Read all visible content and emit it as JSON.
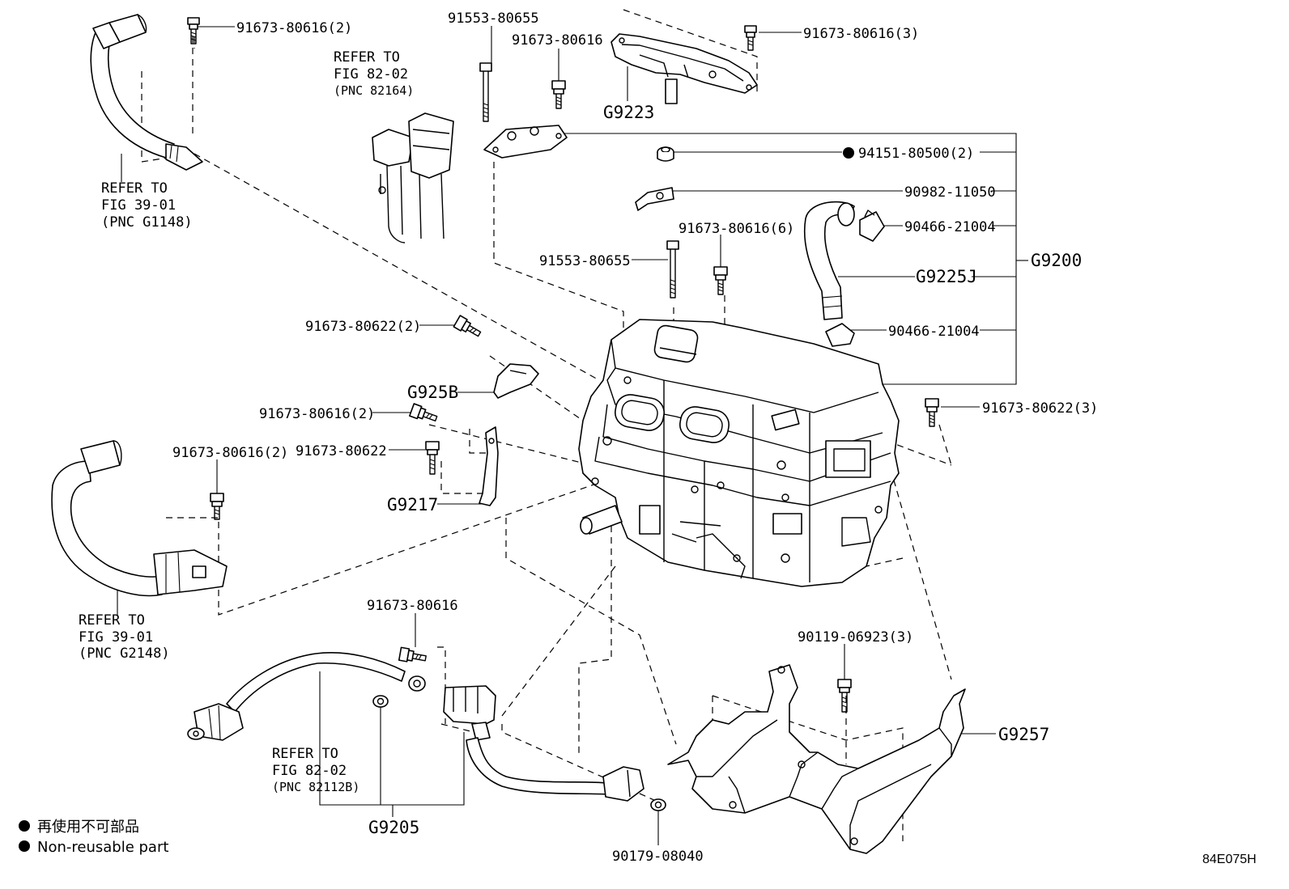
{
  "labels": {
    "l1": "91673-80616(2)",
    "l2": "91553-80655",
    "l3": "91673-80616",
    "l4": "91673-80616(3)",
    "l5": "G9223",
    "l6": "94151-80500(2)",
    "l7": "90982-11050",
    "l8": "90466-21004",
    "l9": "G9200",
    "l10": "G9225J",
    "l11": "91673-80616(6)",
    "l12": "91553-80655",
    "l13": "90466-21004",
    "l14": "91673-80622(2)",
    "l15": "G925B",
    "l16": "91673-80616(2)",
    "l17": "91673-80622",
    "l18": "91673-80622(3)",
    "l19": "91673-80616(2)",
    "l20": "G9217",
    "l21": "91673-80616",
    "l22": "90119-06923(3)",
    "l23": "G9257",
    "l24": "G9205",
    "l25": "90179-08040"
  },
  "refs": {
    "r1": [
      "REFER TO",
      "FIG 82-02",
      "(PNC 82164)"
    ],
    "r2": [
      "REFER TO",
      "FIG 39-01",
      "(PNC G1148)"
    ],
    "r3": [
      "REFER TO",
      "FIG 39-01",
      "(PNC G2148)"
    ],
    "r4": [
      "REFER TO",
      "FIG 82-02",
      "(PNC 82112B)"
    ]
  },
  "legend": {
    "jp": "再使用不可部品",
    "en": "Non-reusable part"
  },
  "figure_code": "84E075H"
}
